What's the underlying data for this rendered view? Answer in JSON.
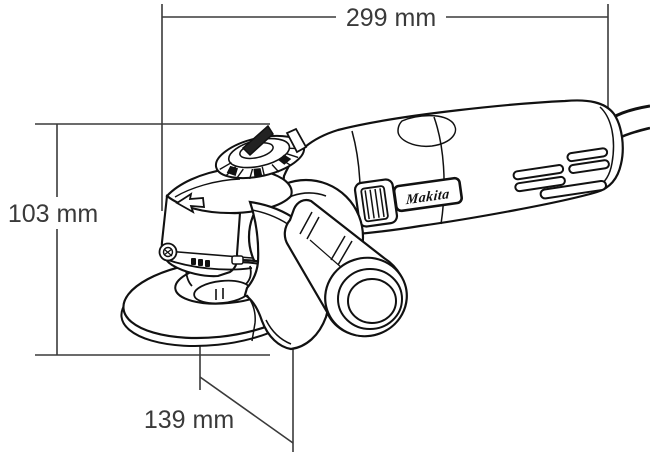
{
  "diagram": {
    "subject": "angle-grinder-technical-drawing",
    "brand": {
      "logo_text": "Makita"
    },
    "dimensions": {
      "overall_length": {
        "label": "299 mm"
      },
      "height": {
        "label": "103 mm"
      },
      "disc_diameter": {
        "label": "139 mm"
      }
    },
    "colors": {
      "background": "#ffffff",
      "artwork_line": "#111111",
      "dimension_line": "#3a3a3a",
      "text": "#3a3a3a"
    }
  }
}
